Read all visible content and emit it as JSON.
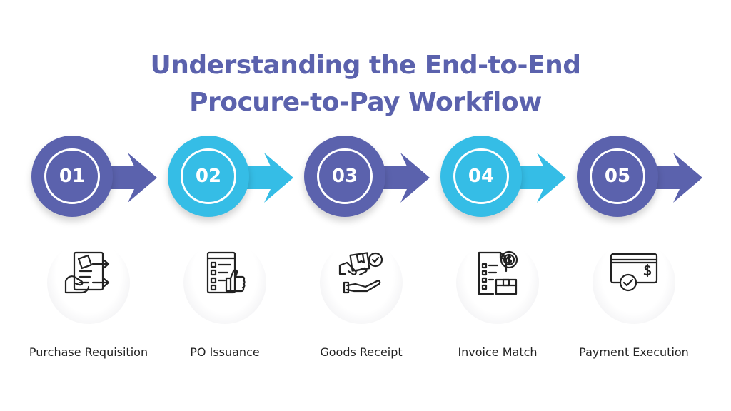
{
  "title": {
    "line1": "Understanding the End-to-End",
    "line2": "Procure-to-Pay Workflow"
  },
  "colors": {
    "title": "#5b62ad",
    "indigo": "#5b62ad",
    "cyan": "#35bde6",
    "label": "#222222",
    "icon_stroke": "#222222"
  },
  "steps": [
    {
      "number": "01",
      "label": "Purchase Requisition",
      "color": "#5b62ad",
      "icon": "requisition-icon"
    },
    {
      "number": "02",
      "label": "PO Issuance",
      "color": "#35bde6",
      "icon": "purchase-order-icon"
    },
    {
      "number": "03",
      "label": "Goods Receipt",
      "color": "#5b62ad",
      "icon": "goods-receipt-icon"
    },
    {
      "number": "04",
      "label": "Invoice Match",
      "color": "#35bde6",
      "icon": "invoice-match-icon"
    },
    {
      "number": "05",
      "label": "Payment Execution",
      "color": "#5b62ad",
      "icon": "payment-card-icon"
    }
  ]
}
